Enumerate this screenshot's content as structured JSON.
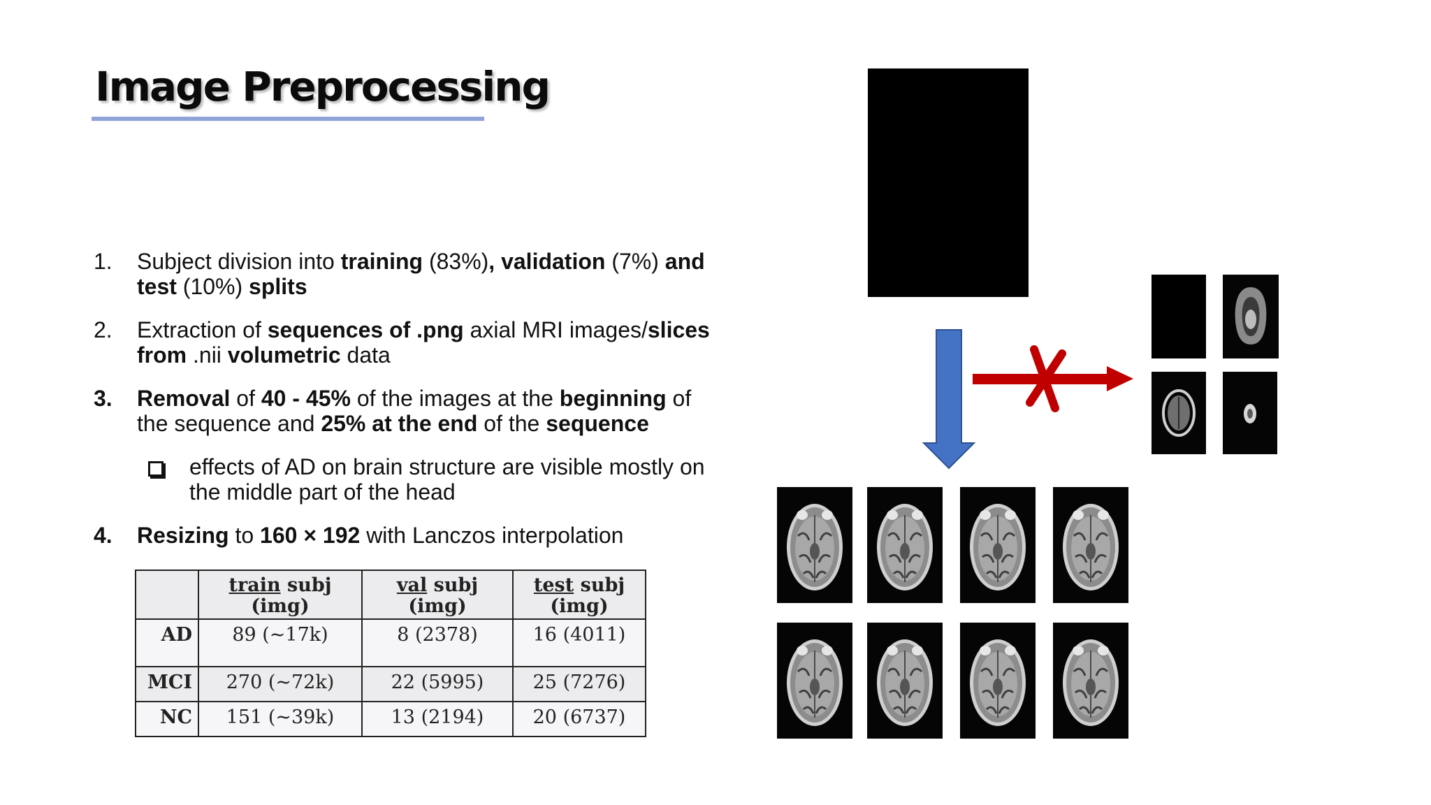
{
  "slide": {
    "title": "Image Preprocessing"
  },
  "steps": [
    {
      "number": "1.",
      "segments": [
        {
          "t": "Subject division into ",
          "b": false
        },
        {
          "t": "training",
          "b": true
        },
        {
          "t": " (83%)",
          "b": false
        },
        {
          "t": ", validation",
          "b": true
        },
        {
          "t": " (7%) ",
          "b": false
        },
        {
          "t": "and test",
          "b": true
        },
        {
          "t": " (10%) ",
          "b": false
        },
        {
          "t": "splits",
          "b": true
        }
      ]
    },
    {
      "number": "2.",
      "segments": [
        {
          "t": "Extraction of ",
          "b": false
        },
        {
          "t": "sequences of .png",
          "b": true
        },
        {
          "t": " axial MRI images/",
          "b": false
        },
        {
          "t": "slices from",
          "b": true
        },
        {
          "t": " .nii ",
          "b": false
        },
        {
          "t": "volumetric",
          "b": true
        },
        {
          "t": " data",
          "b": false
        }
      ]
    },
    {
      "number": "3.",
      "segments": [
        {
          "t": "Removal",
          "b": true
        },
        {
          "t": " of ",
          "b": false
        },
        {
          "t": "40 - 45%",
          "b": true
        },
        {
          "t": " of the images at the ",
          "b": false
        },
        {
          "t": "beginning",
          "b": true
        },
        {
          "t": " of the sequence and ",
          "b": false
        },
        {
          "t": "25% at the end",
          "b": true
        },
        {
          "t": " of the ",
          "b": false
        },
        {
          "t": "sequence",
          "b": true
        }
      ]
    },
    {
      "number": "4.",
      "segments": [
        {
          "t": "Resizing",
          "b": true
        },
        {
          "t": " to ",
          "b": false
        },
        {
          "t": "160 × 192",
          "b": true
        },
        {
          "t": " with Lanczos interpolation",
          "b": false
        }
      ]
    }
  ],
  "sub_bullet": "effects of AD on brain structure are visible mostly on the middle part of the head",
  "table": {
    "headers": [
      {
        "u": "train",
        "rest": " subj (img)"
      },
      {
        "u": "val",
        "rest": " subj (img)"
      },
      {
        "u": "test",
        "rest": " subj (img)"
      }
    ],
    "rows": [
      {
        "label": "AD",
        "cells": [
          "89 (~17k)",
          "8 (2378)",
          "16 (4011)"
        ]
      },
      {
        "label": "MCI",
        "cells": [
          "270 (~72k)",
          "22 (5995)",
          "25 (7276)"
        ]
      },
      {
        "label": "NC",
        "cells": [
          "151 (~39k)",
          "13 (2194)",
          "20 (6737)"
        ]
      }
    ]
  },
  "colors": {
    "title_underline": "#8fa3d8",
    "down_arrow": "#4472c4",
    "reject_arrow": "#c00000"
  },
  "icons": {
    "down_arrow": "arrow-down-icon",
    "reject_arrow": "arrow-right-crossed-icon",
    "sub_bullet": "hollow-square-bullet-icon"
  }
}
